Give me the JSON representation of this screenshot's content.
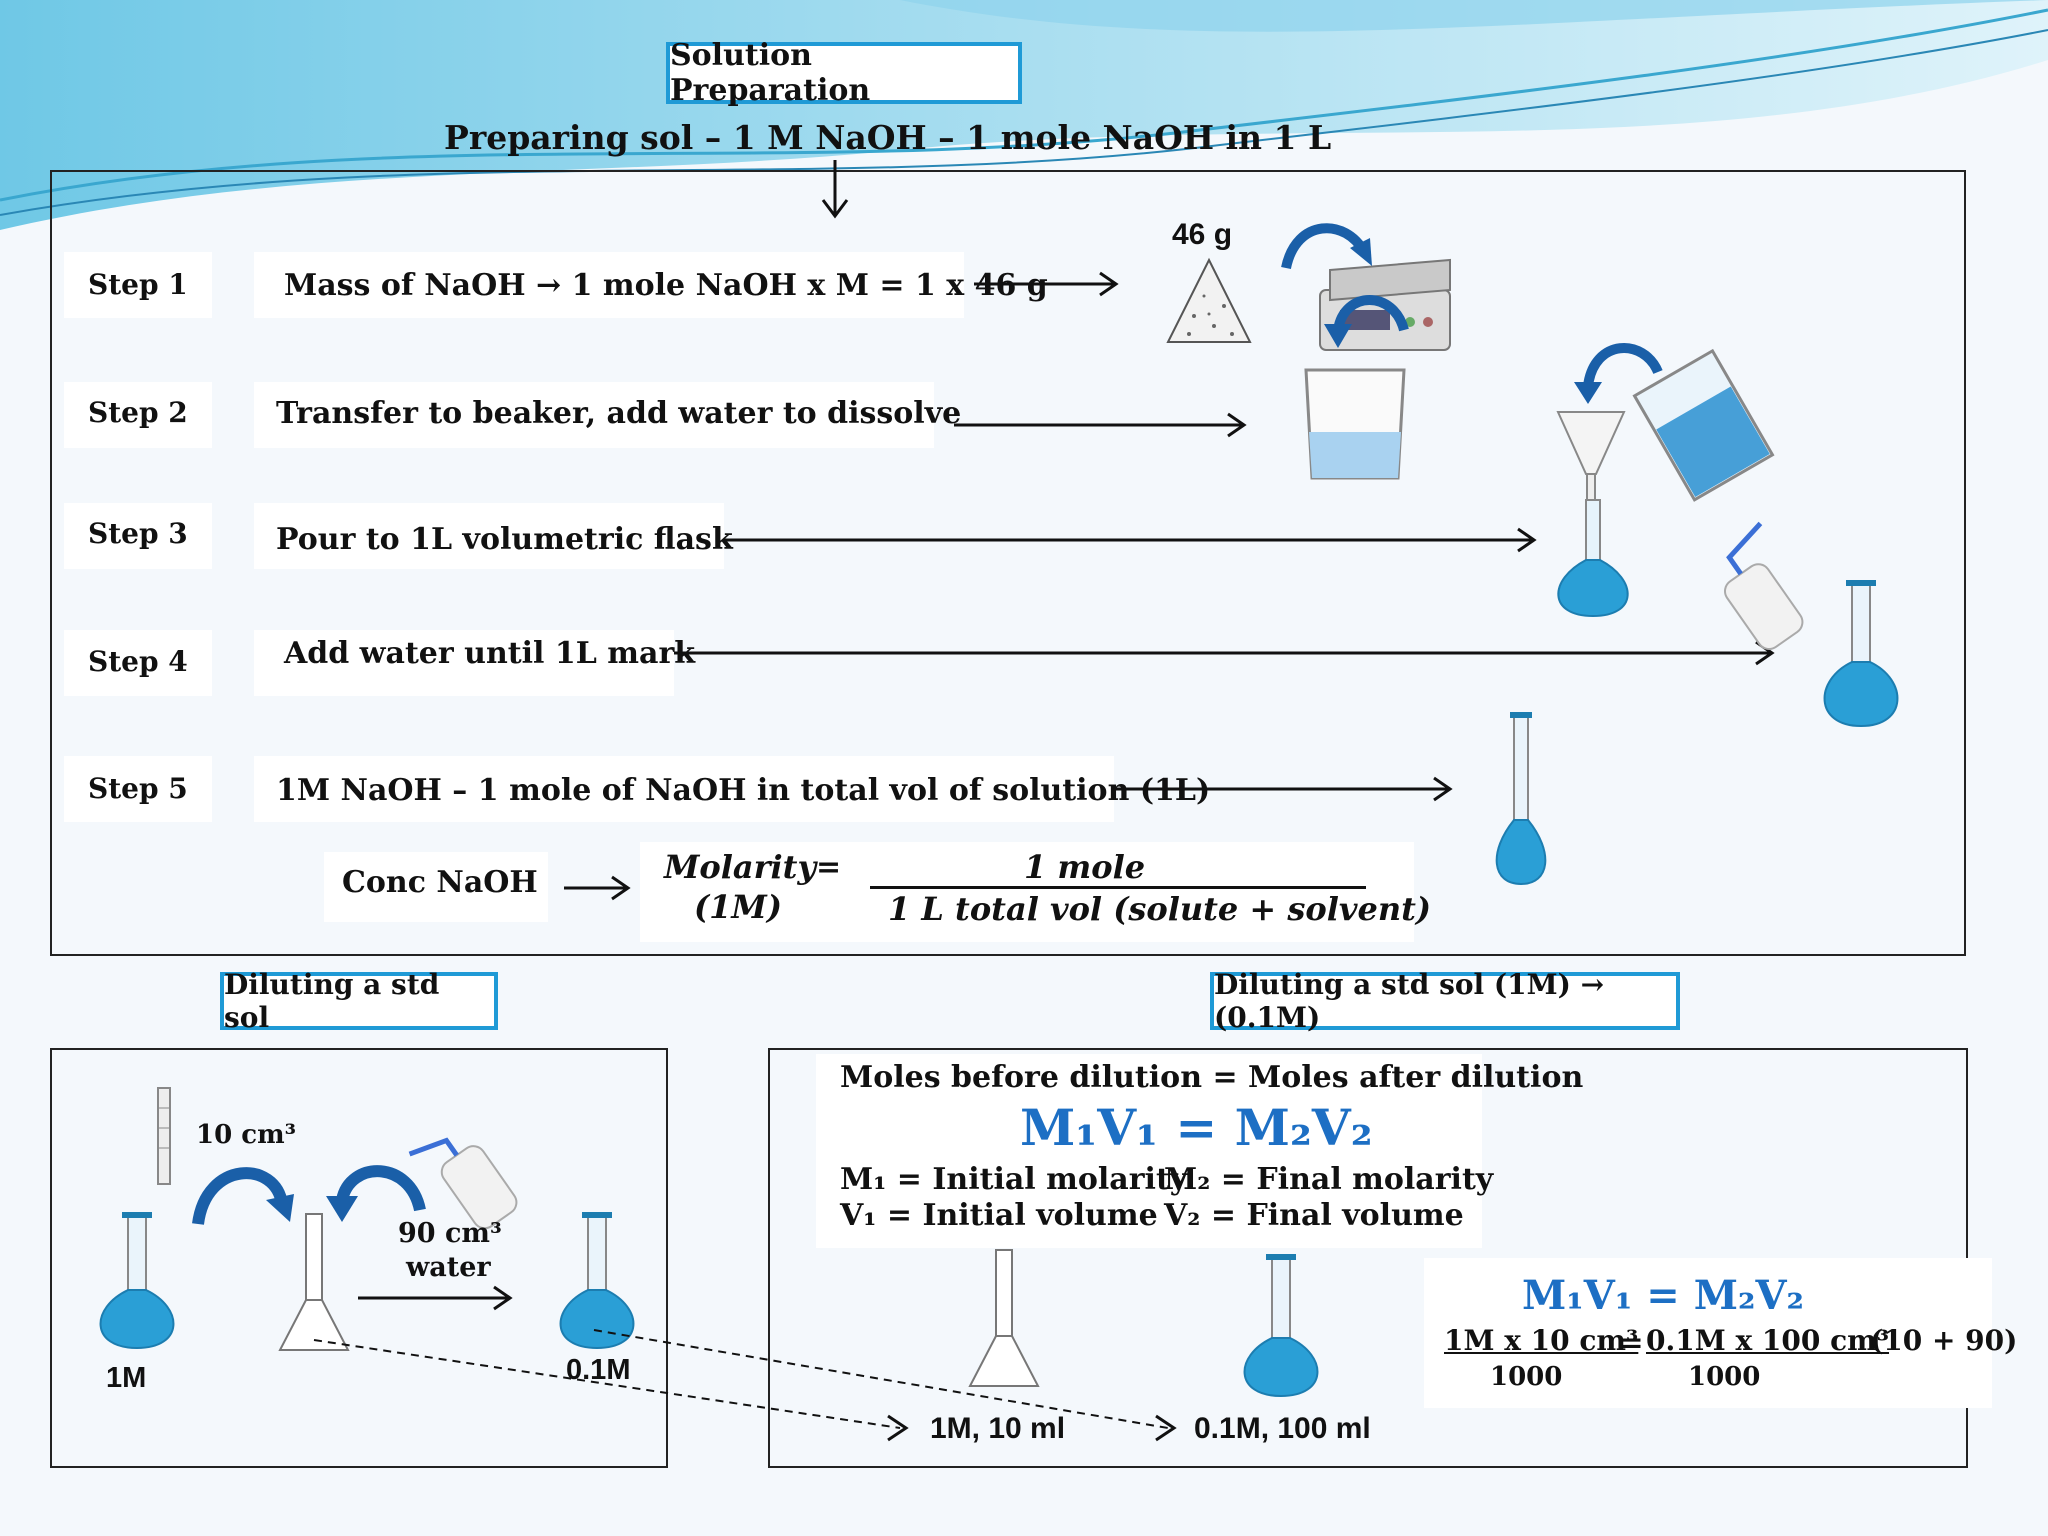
{
  "header": {
    "title": "Solution Preparation",
    "subtitle": "Preparing  sol – 1 M NaOH – 1 mole NaOH in 1 L"
  },
  "steps": [
    {
      "label": "Step 1",
      "text": "Mass of NaOH → 1 mole NaOH  x M =  1 x 46 g"
    },
    {
      "label": "Step 2",
      "text": "Transfer to beaker, add water to dissolve"
    },
    {
      "label": "Step 3",
      "text": "Pour  to 1L volumetric flask"
    },
    {
      "label": "Step 4",
      "text": "Add water until 1L mark"
    },
    {
      "label": "Step 5",
      "text": "1M NaOH – 1 mole of NaOH in  total vol of solution (1L)"
    }
  ],
  "mass_label": "46 g",
  "concentration": {
    "label": "Conc NaOH",
    "molarity": "Molarity",
    "molarity_unit": "(1M)",
    "equals": "=",
    "numerator": "1 mole",
    "denominator": "1 L total vol (solute + solvent)"
  },
  "dilution_left": {
    "title": "Diluting a std sol",
    "pipette_volume": "10 cm³",
    "water_volume_1": "90 cm³",
    "water_volume_2": "water",
    "label_1m": "1M",
    "label_01m": "0.1M"
  },
  "dilution_right": {
    "title": "Diluting a std sol (1M) → (0.1M)",
    "moles_text": "Moles before dilution = Moles after dilution",
    "formula": "M₁V₁ = M₂V₂",
    "m1_def": "M₁ = Initial molarity",
    "m2_def": "M₂ = Final molarity",
    "v1_def": "V₁ = Initial volume",
    "v2_def": "V₂ = Final volume",
    "flask1_label": "1M, 10 ml",
    "flask2_label": "0.1M, 100 ml",
    "formula_small": "M₁V₁ = M₂V₂",
    "calc_left": "1M x 10 cm³",
    "calc_eq": "=",
    "calc_right": "0.1M x 100 cm³",
    "calc_note": "(10 + 90)",
    "calc_den_left": "1000",
    "calc_den_right": "1000"
  },
  "colors": {
    "accent_border": "#1f9ad6",
    "formula_blue": "#1d6fc4",
    "liquid_blue": "#2a9fd6",
    "arrow_blue": "#1a5fa8"
  }
}
